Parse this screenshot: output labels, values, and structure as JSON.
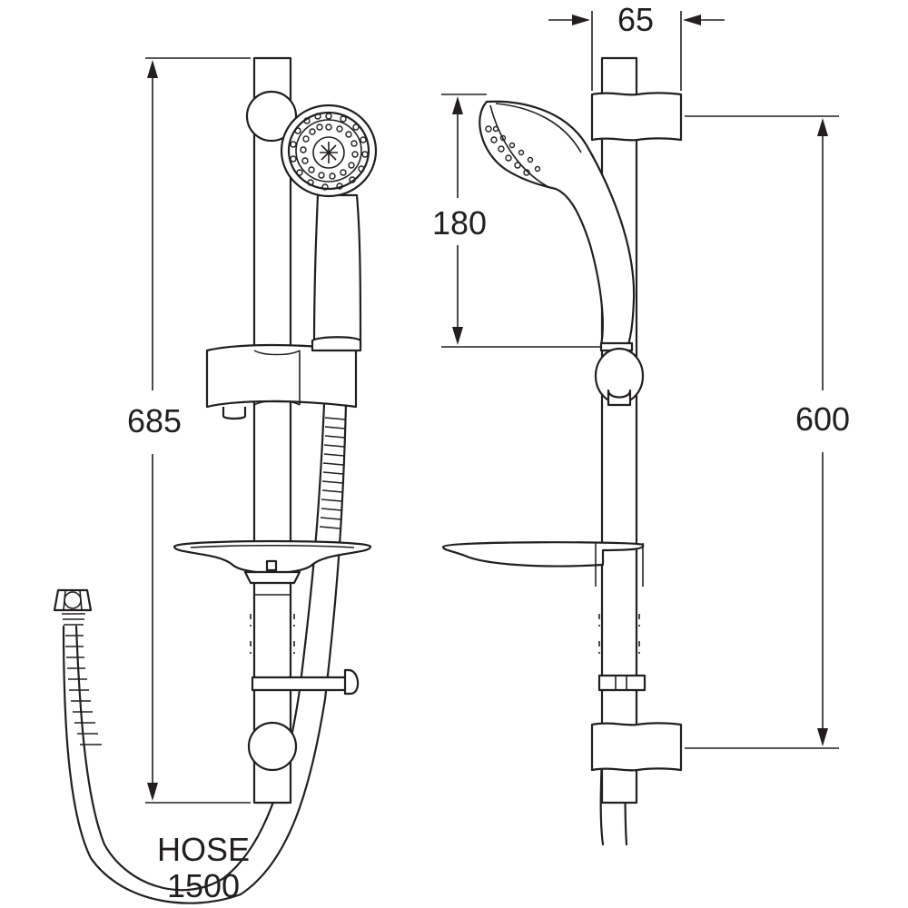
{
  "diagram": {
    "labels": {
      "height_front": "685",
      "width_top": "65",
      "head_length": "180",
      "height_side": "600",
      "hose_word": "HOSE",
      "hose_length": "1500"
    },
    "colors": {
      "line": "#231f20",
      "background": "#ffffff"
    }
  }
}
